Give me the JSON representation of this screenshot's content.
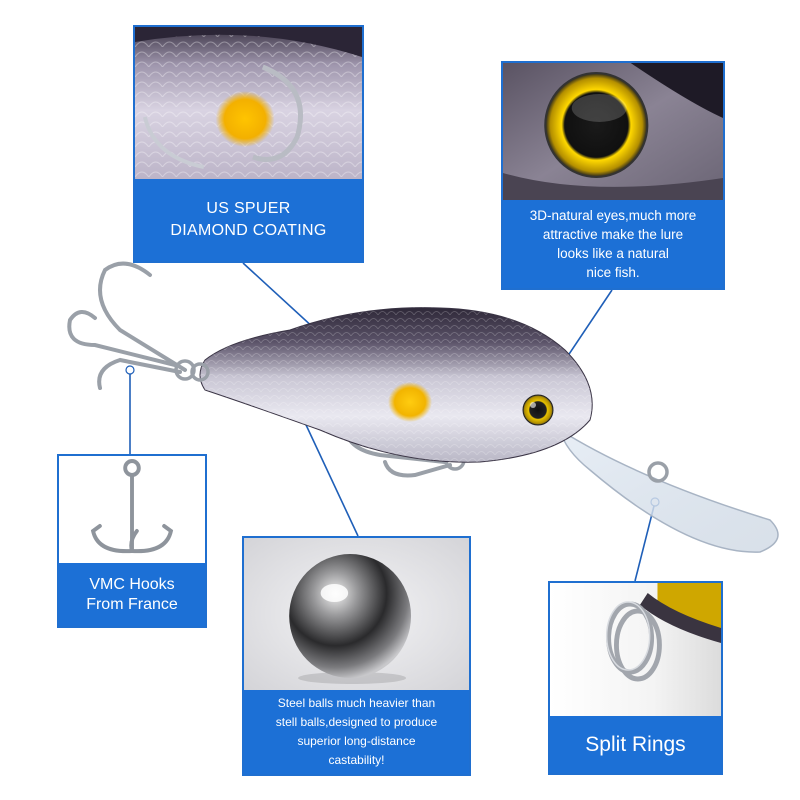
{
  "callouts": {
    "coating": {
      "lines": [
        "US SPUER",
        "DIAMOND COATING"
      ]
    },
    "eyes": {
      "lines": [
        "3D-natural eyes,much more",
        "attractive make the lure",
        "looks like a natural",
        "nice fish."
      ]
    },
    "hooks": {
      "lines": [
        "VMC Hooks",
        "From France"
      ]
    },
    "balls": {
      "lines": [
        "Steel balls much heavier than",
        "stell balls,designed to produce",
        "superior  long-distance",
        "castability!"
      ]
    },
    "rings": {
      "lines": [
        "Split Rings"
      ]
    }
  },
  "colors": {
    "label_blue": "#1c70d6",
    "border_blue": "#1f6fd0",
    "leader_line": "#1f5fb8",
    "eye_gold": "#e8c200",
    "spot_orange": "#f2b400",
    "lure_back": "#2b2536"
  }
}
